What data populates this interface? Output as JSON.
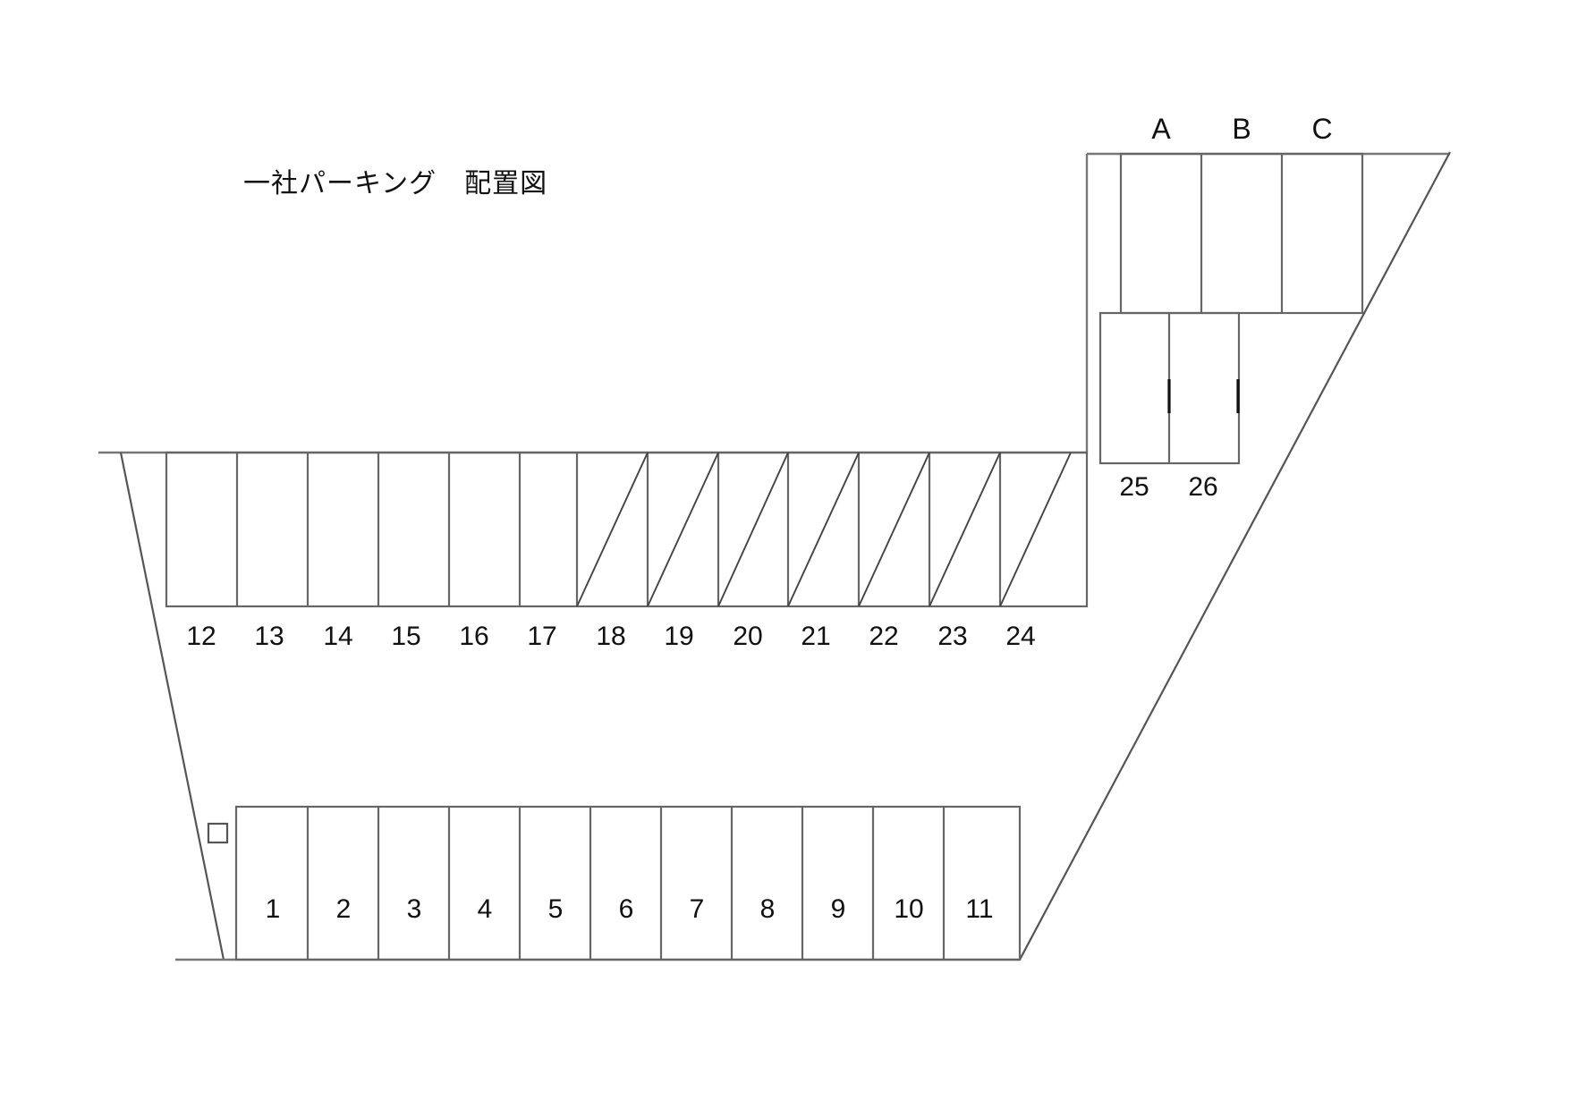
{
  "document": {
    "title": "一社パーキング　配置図",
    "type": "parking-lot-layout-diagram",
    "background_color": "#ffffff",
    "line_color": "#555555",
    "text_color": "#111111"
  },
  "diagram": {
    "top_right_block": {
      "name": "covered-garage-row",
      "stalls": [
        {
          "id": "A",
          "label": "A"
        },
        {
          "id": "B",
          "label": "B"
        },
        {
          "id": "C",
          "label": "C"
        }
      ],
      "label_position": "above"
    },
    "lower_right_block": {
      "name": "stall-block-25-26",
      "stalls": [
        {
          "id": "25",
          "label": "25"
        },
        {
          "id": "26",
          "label": "26"
        }
      ],
      "label_position": "below"
    },
    "middle_row": {
      "name": "stall-row-12-24",
      "label_position": "below",
      "stalls": [
        {
          "id": "12",
          "label": "12",
          "diagonal": false
        },
        {
          "id": "13",
          "label": "13",
          "diagonal": false
        },
        {
          "id": "14",
          "label": "14",
          "diagonal": false
        },
        {
          "id": "15",
          "label": "15",
          "diagonal": false
        },
        {
          "id": "16",
          "label": "16",
          "diagonal": false
        },
        {
          "id": "17",
          "label": "17",
          "diagonal": false
        },
        {
          "id": "18",
          "label": "18",
          "diagonal": true
        },
        {
          "id": "19",
          "label": "19",
          "diagonal": true
        },
        {
          "id": "20",
          "label": "20",
          "diagonal": true
        },
        {
          "id": "21",
          "label": "21",
          "diagonal": true
        },
        {
          "id": "22",
          "label": "22",
          "diagonal": true
        },
        {
          "id": "23",
          "label": "23",
          "diagonal": true
        },
        {
          "id": "24",
          "label": "24",
          "diagonal": true
        }
      ]
    },
    "bottom_row": {
      "name": "stall-row-1-11",
      "label_position": "inside-bottom",
      "stalls": [
        {
          "id": "1",
          "label": "1"
        },
        {
          "id": "2",
          "label": "2"
        },
        {
          "id": "3",
          "label": "3"
        },
        {
          "id": "4",
          "label": "4"
        },
        {
          "id": "5",
          "label": "5"
        },
        {
          "id": "6",
          "label": "6"
        },
        {
          "id": "7",
          "label": "7"
        },
        {
          "id": "8",
          "label": "8"
        },
        {
          "id": "9",
          "label": "9"
        },
        {
          "id": "10",
          "label": "10"
        },
        {
          "id": "11",
          "label": "11"
        }
      ]
    },
    "markers": [
      {
        "name": "small-square-marker",
        "shape": "square"
      }
    ],
    "boundaries": [
      {
        "name": "north-boundary-line",
        "shape": "horizontal"
      },
      {
        "name": "west-boundary-diagonal",
        "shape": "diagonal"
      },
      {
        "name": "south-boundary-line",
        "shape": "horizontal"
      },
      {
        "name": "east-boundary-diagonal",
        "shape": "diagonal"
      },
      {
        "name": "north-east-boundary-line",
        "shape": "horizontal"
      },
      {
        "name": "central-vertical-divider",
        "shape": "vertical"
      }
    ]
  }
}
